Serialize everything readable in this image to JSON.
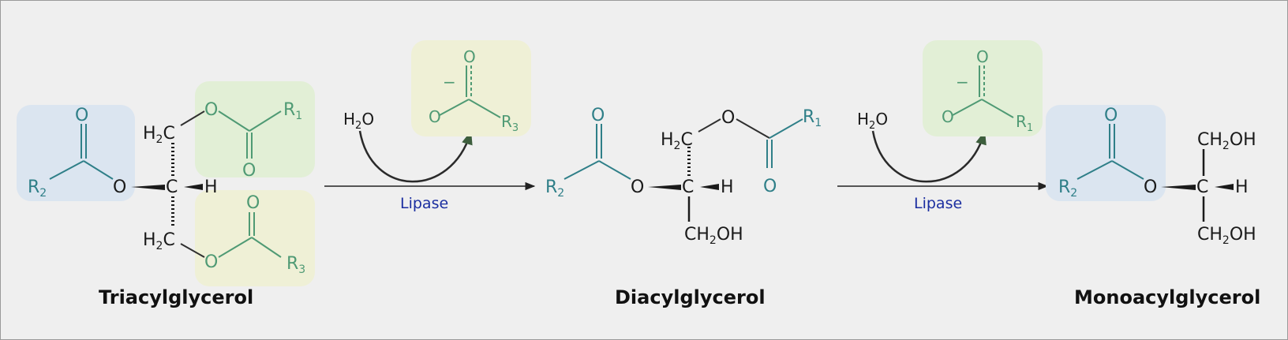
{
  "colors": {
    "background": "#efefef",
    "box_blue": "#dbe5f0",
    "box_green": "#e2efd6",
    "box_yellow": "#eff0d6",
    "teal_bonds": "#2f7f88",
    "green_bonds": "#4f9a74",
    "enzyme_label": "#1b2ea0",
    "black": "#1a1a1a"
  },
  "molecules": {
    "triacylglycerol": {
      "title": "Triacylglycerol",
      "atoms": {
        "o_carbonyl_r2": "O",
        "r2": "R2",
        "o_ester_r2": "O",
        "h2c_top": "H2C",
        "c_center": "C",
        "h": "H",
        "h2c_bottom": "H2C",
        "o_ester_r1": "O",
        "o_carbonyl_r1": "O",
        "r1": "R1",
        "o_carbonyl_r3": "O",
        "o_ester_r3": "O",
        "r3": "R3"
      }
    },
    "diacylglycerol": {
      "title": "Diacylglycerol",
      "atoms": {
        "o_carbonyl_r2": "O",
        "r2": "R2",
        "o_ester_r2": "O",
        "h2c_top": "H2C",
        "c_center": "C",
        "h": "H",
        "ch2oh": "CH2OH",
        "o_ester_r1": "O",
        "o_carbonyl_r1": "O",
        "r1": "R1"
      }
    },
    "monoacylglycerol": {
      "title": "Monoacylglycerol",
      "atoms": {
        "o_carbonyl_r2": "O",
        "r2": "R2",
        "o_ester_r2": "O",
        "c_center": "C",
        "h": "H",
        "ch2oh_top": "CH2OH",
        "ch2oh_bottom": "CH2OH"
      }
    }
  },
  "reactions": [
    {
      "reactant_in": "H2O",
      "enzyme": "Lipase",
      "product_out": {
        "o_top": "O",
        "o_minus": "O",
        "charge": "−",
        "r": "R3"
      }
    },
    {
      "reactant_in": "H2O",
      "enzyme": "Lipase",
      "product_out": {
        "o_top": "O",
        "o_minus": "O",
        "charge": "−",
        "r": "R1"
      }
    }
  ]
}
